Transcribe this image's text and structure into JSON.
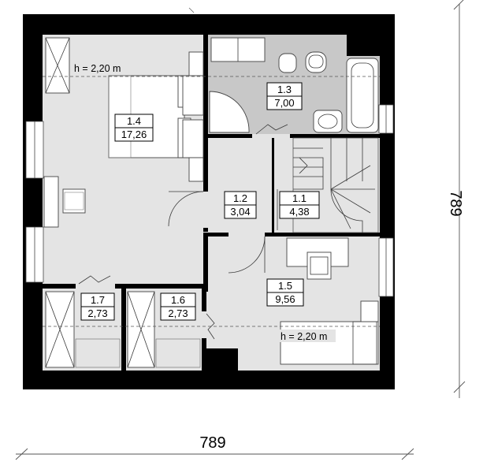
{
  "rooms": [
    {
      "id": "1.4",
      "area": "17,26"
    },
    {
      "id": "1.3",
      "area": "7,00"
    },
    {
      "id": "1.2",
      "area": "3,04"
    },
    {
      "id": "1.1",
      "area": "4,38"
    },
    {
      "id": "1.5",
      "area": "9,56"
    },
    {
      "id": "1.7",
      "area": "2,73"
    },
    {
      "id": "1.6",
      "area": "2,73"
    }
  ],
  "notes": {
    "height_top": "h = 2,20 m",
    "height_bottom": "h = 2,20 m"
  },
  "dimensions": {
    "width": "789",
    "height": "789"
  },
  "colors": {
    "wall": "#000000",
    "floor": "#e4e4e4",
    "bathroom": "#c8c8c8",
    "window": "#ffffff"
  }
}
